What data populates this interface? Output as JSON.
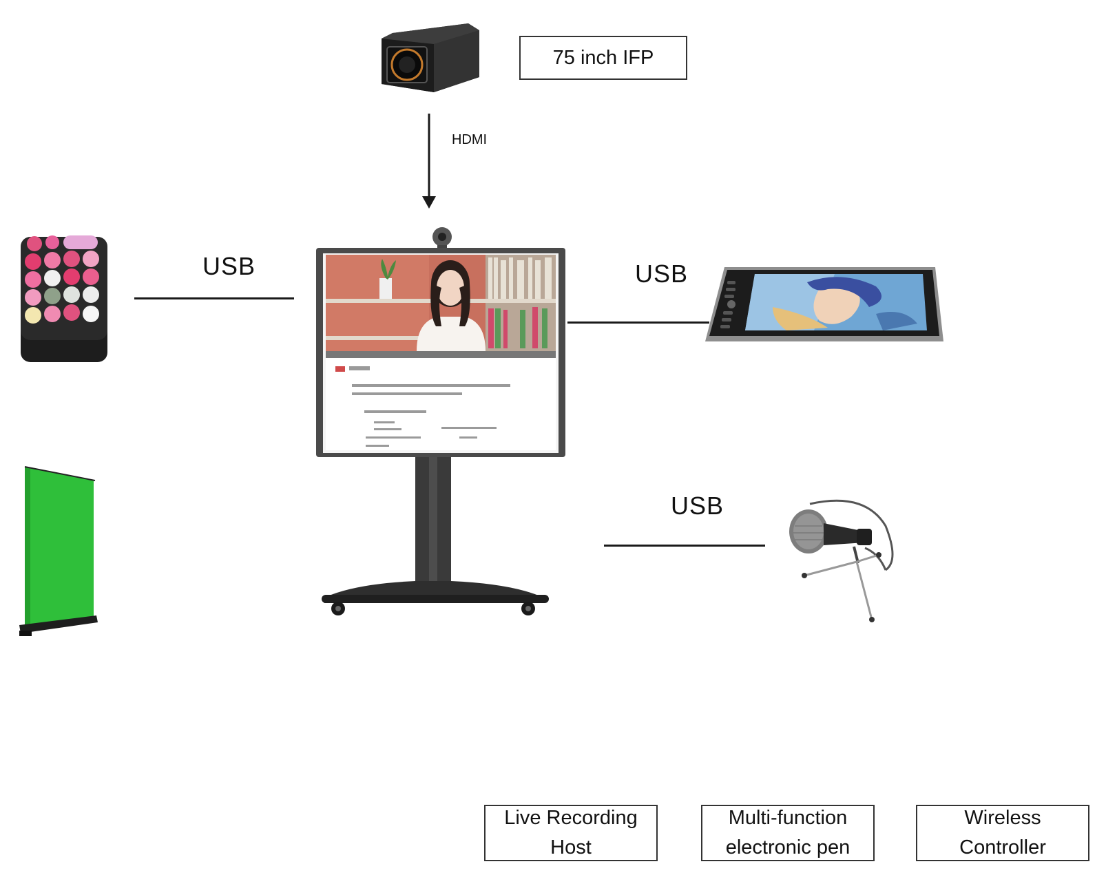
{
  "labels": {
    "ifp": "75 inch IFP",
    "hdmi": "HDMI",
    "usb_keypad": "USB",
    "usb_tablet": "USB",
    "usb_mic": "USB"
  },
  "legend": {
    "host": "Live Recording Host",
    "pen": "Multi-function electronic pen",
    "controller": "Wireless Controller"
  },
  "icons": {
    "camera": "camera-icon",
    "keypad": "keypad-icon",
    "green_screen": "green-screen-icon",
    "host": "recording-host-icon",
    "pen_tablet": "pen-tablet-icon",
    "microphone": "microphone-icon"
  },
  "colors": {
    "line": "#1a1a1a",
    "green_screen": "#2fbf3a",
    "keypad_pink": "#e0527f",
    "host_frame": "#4a4a4a",
    "room_wall": "#c8705e"
  }
}
